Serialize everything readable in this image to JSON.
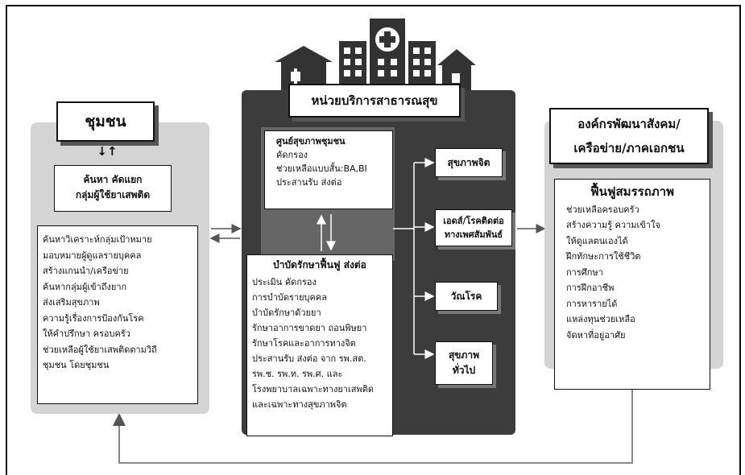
{
  "community": {
    "title": "ชุมชน",
    "search_lines": [
      "ค้นหา คัดแยก",
      "กลุ่มผู้ใช้ยาเสพติด"
    ],
    "activities": [
      "ค้นหาวิเคราะห์กลุ่มเป้าหมาย",
      "มอบหมายผู้ดูแลรายบุคคล",
      "สร้างแกนนำ/เครือข่าย",
      "ค้นหากลุ่มผู้เข้าถึงยาก",
      "ส่งเสริมสุขภาพ",
      "ความรู้เรื่องการป้องกันโรค",
      "ให้คำปรึกษา ครอบครัว",
      "ช่วยเหลือผู้ใช้ยาเสพติดตามวิถี",
      "ชุมชน โดยชุมชน"
    ]
  },
  "health_unit": {
    "title": "หน่วยบริการสาธารณสุข",
    "community_center": {
      "title": "ศูนย์สุขภาพชุมชน",
      "lines": [
        "คัดกรอง",
        "ช่วยเหลือแบบสั้น:BA,BI",
        "ประสานรับ ส่งต่อ"
      ]
    },
    "rehab": {
      "title": "บำบัดรักษาฟื้นฟู ส่งต่อ",
      "lines": [
        "ประเมิน คัดกรอง",
        "การบำบัดรายบุคคล",
        "บำบัดรักษาด้วยยา",
        "รักษาอาการขาดยา ถอนพิษยา",
        "รักษาโรคและอาการทางจิต",
        "ประสานรับ ส่งต่อ จาก รพ.สต.",
        "รพ.ช. รพ.ท. รพ.ศ. และ",
        "โรงพยาบาลเฉพาะทางยาเสพติด",
        "และเฉพาะทางสุขภาพจิต"
      ]
    },
    "services": [
      "สุขภาพจิต",
      "เอดส์/โรคติดต่อ ทางเพศสัมพันธ์",
      "วัณโรค",
      "สุขภาพ ทั่วไป"
    ]
  },
  "partners": {
    "title_lines": [
      "องค์กรพัฒนาสังคม/",
      "เครือข่าย/ภาคเอกชน"
    ],
    "rehab_title": "ฟื้นฟูสมรรถภาพ",
    "items": [
      "ช่วยเหลือครอบครัว",
      "สร้างความรู้ ความเข้าใจ",
      "ให้ดูแลตนเองได้",
      "ฝึกทักษะการใช้ชีวิต",
      "การศึกษา",
      "การฝึกอาชีพ",
      "การหารายได้",
      "แหล่งทุนช่วยเหลือ",
      "จัดหาที่อยู่อาศัย"
    ]
  }
}
